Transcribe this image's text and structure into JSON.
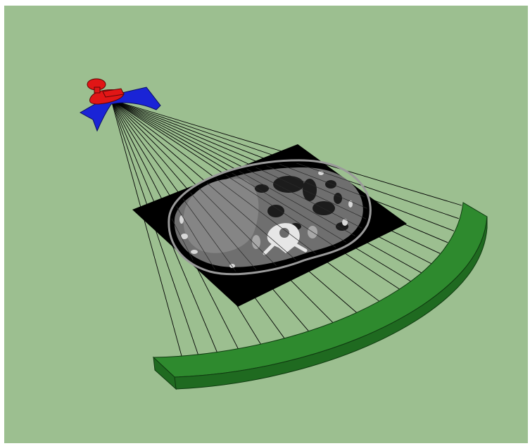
{
  "scene": {
    "colors": {
      "background": "#9cbf90",
      "source_red": "#e11616",
      "collimator_blue": "#1a24d6",
      "detector_green": "#2e8a2e",
      "detector_green_dark": "#1f6a20",
      "image_black": "#000000",
      "ray_stroke": "#000000"
    },
    "ray_count": 19,
    "components": {
      "source": {
        "shape": "x-ray-tube-icon"
      },
      "collimator": {
        "shape": "fan-collimator"
      },
      "phantom": {
        "content": "axial-ct-abdomen-slice"
      },
      "detector": {
        "shape": "curved-detector-arc"
      }
    }
  }
}
